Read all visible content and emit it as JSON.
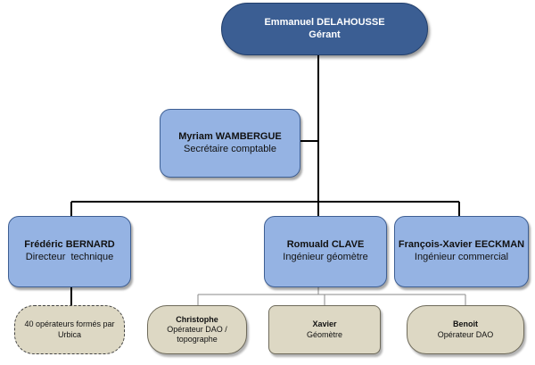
{
  "chart_data": {
    "type": "org-chart",
    "nodes": [
      {
        "id": "gerant",
        "name": "Emmanuel DELAHOUSSE",
        "role": "Gérant"
      },
      {
        "id": "secretaire",
        "name": "Myriam WAMBERGUE",
        "role": "Secrétaire comptable",
        "parent": "gerant"
      },
      {
        "id": "directeur",
        "name": "Frédéric BERNARD",
        "role": "Directeur  technique",
        "parent": "gerant"
      },
      {
        "id": "geometre",
        "name": "Romuald CLAVE",
        "role": "Ingénieur géomètre",
        "parent": "gerant"
      },
      {
        "id": "commercial",
        "name": "François-Xavier EECKMAN",
        "role": "Ingénieur commercial",
        "parent": "gerant"
      },
      {
        "id": "operateurs",
        "text": "40 opérateurs formés par Urbica",
        "parent": "directeur"
      },
      {
        "id": "christophe",
        "name": "Christophe",
        "role": "Opérateur DAO / topographe",
        "parent": "geometre"
      },
      {
        "id": "xavier",
        "name": "Xavier",
        "role": "Géomètre",
        "parent": "geometre"
      },
      {
        "id": "benoit",
        "name": "Benoit",
        "role": "Opérateur DAO",
        "parent": "geometre"
      }
    ]
  },
  "colors": {
    "top_fill": "#3b5e93",
    "manager_fill": "#95b3e3",
    "staff_fill": "#ddd8c4"
  }
}
